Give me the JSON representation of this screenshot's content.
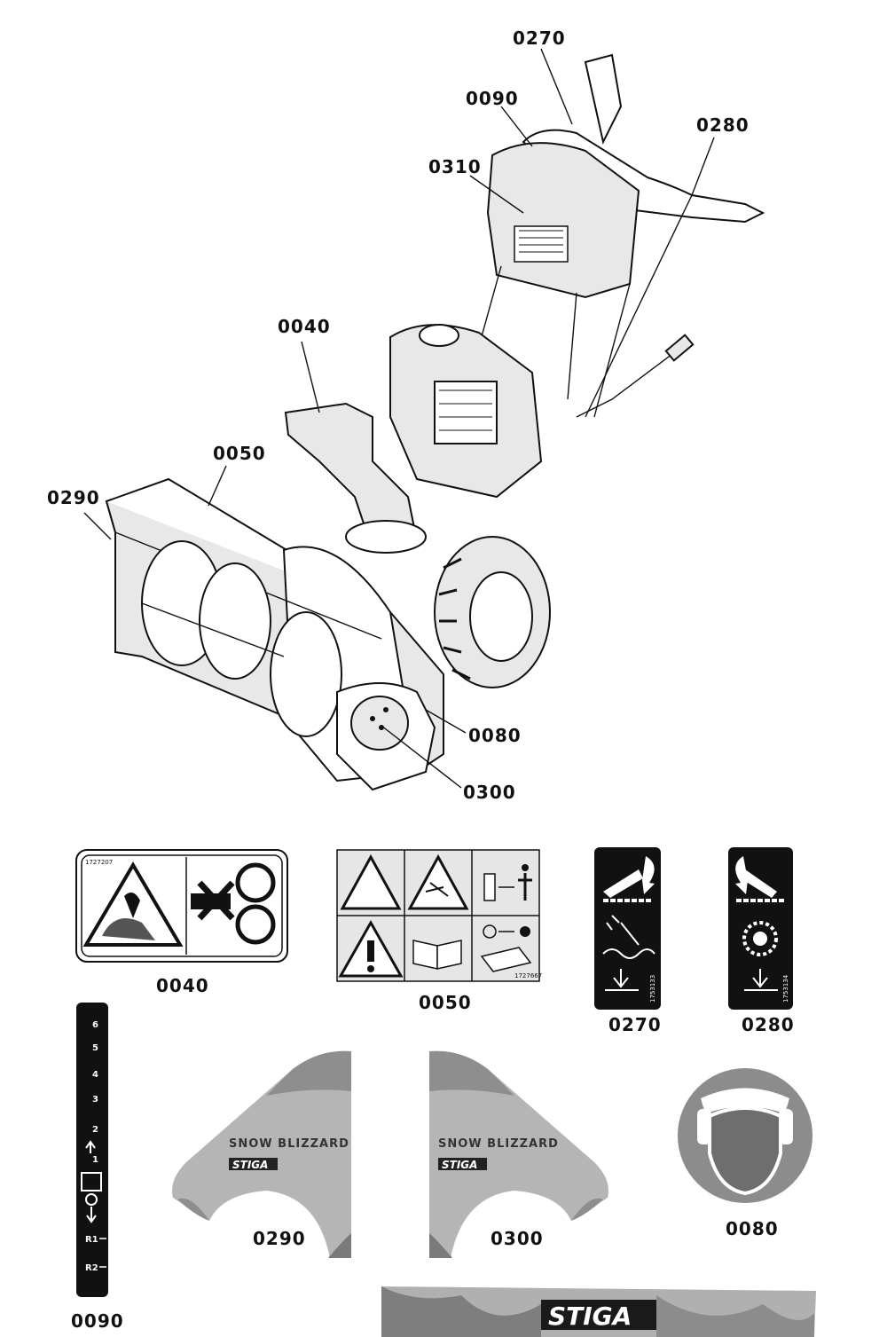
{
  "callouts": [
    {
      "id": "0270",
      "label": "0270"
    },
    {
      "id": "0090",
      "label": "0090"
    },
    {
      "id": "0280",
      "label": "0280"
    },
    {
      "id": "0310",
      "label": "0310"
    },
    {
      "id": "0040",
      "label": "0040"
    },
    {
      "id": "0050",
      "label": "0050"
    },
    {
      "id": "0290",
      "label": "0290"
    },
    {
      "id": "0080",
      "label": "0080"
    },
    {
      "id": "0300",
      "label": "0300"
    }
  ],
  "decals": {
    "d0040": {
      "label": "0040",
      "code": "1727207"
    },
    "d0050": {
      "label": "0050",
      "code": "1727667"
    },
    "d0270": {
      "label": "0270",
      "code": "1753133"
    },
    "d0280": {
      "label": "0280",
      "code": "1753134"
    },
    "d0090": {
      "label": "0090",
      "gears": [
        "6",
        "5",
        "4",
        "3",
        "2",
        "1",
        "R1",
        "R2"
      ]
    },
    "d0290": {
      "label": "0290",
      "brand": "SNOW BLIZZARD",
      "logo": "STIGA"
    },
    "d0300": {
      "label": "0300",
      "brand": "SNOW BLIZZARD",
      "logo": "STIGA"
    },
    "d0080": {
      "label": "0080",
      "icon": "ear-protection-icon"
    },
    "banner": {
      "logo": "STIGA"
    }
  }
}
